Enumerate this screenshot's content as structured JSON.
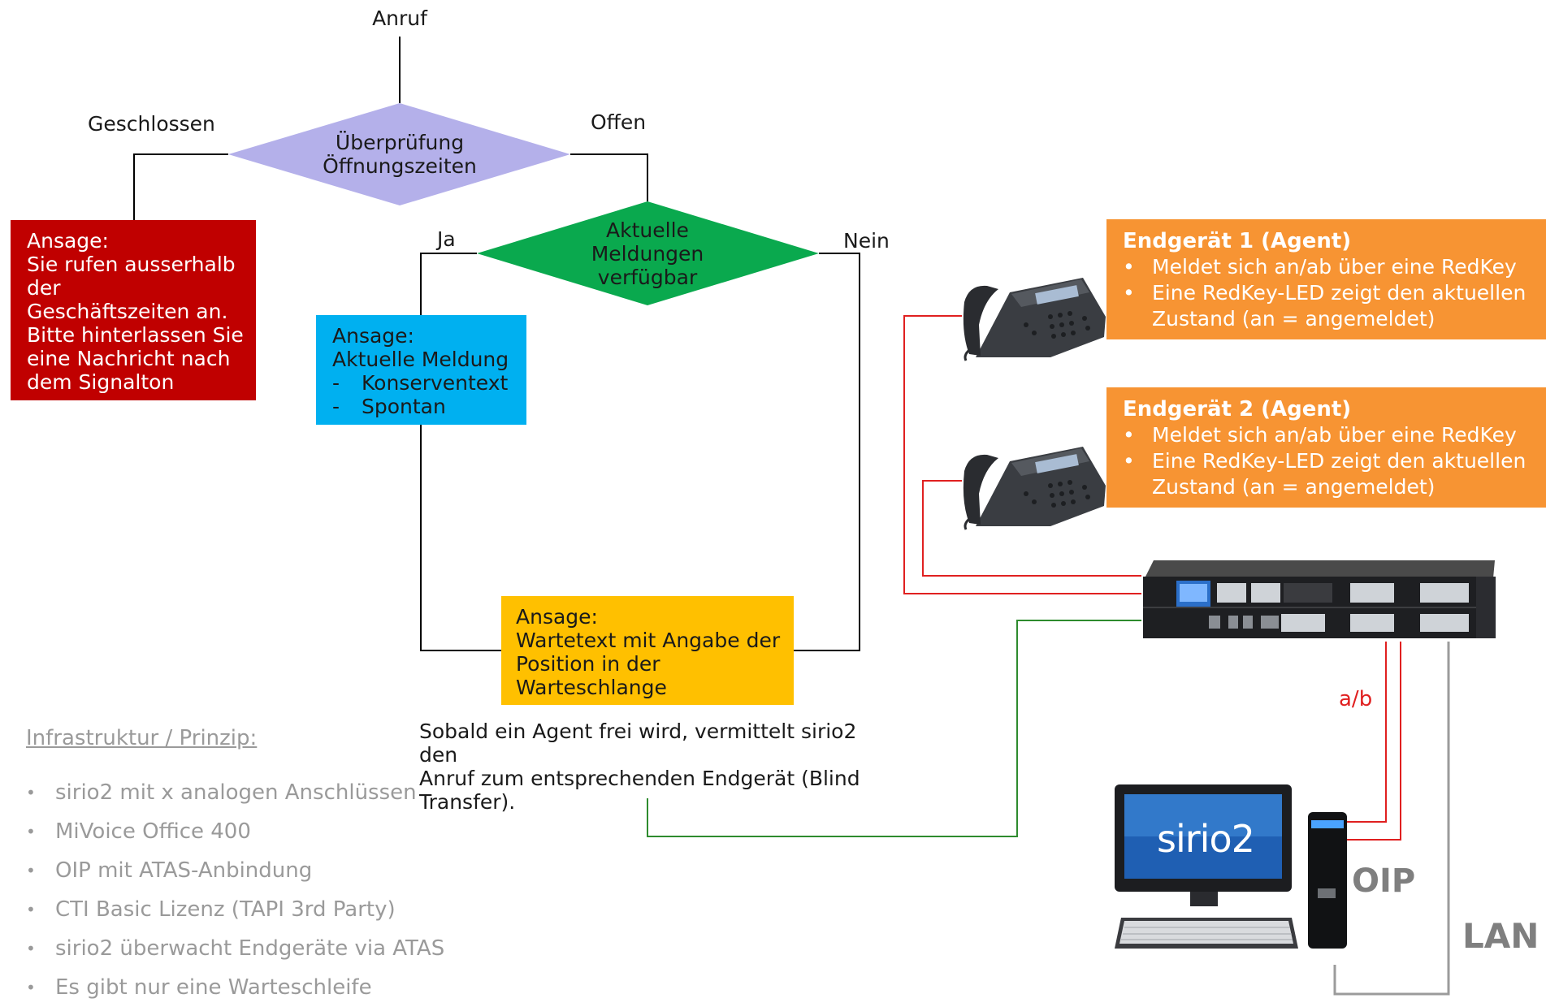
{
  "flow": {
    "start_label": "Anruf",
    "closed_label": "Geschlossen",
    "open_label": "Offen",
    "yes_label": "Ja",
    "no_label": "Nein",
    "check_hours": {
      "line1": "Überprüfung",
      "line2": "Öffnungszeiten"
    },
    "current_messages": {
      "line1": "Aktuelle",
      "line2": "Meldungen",
      "line3": "verfügbar"
    },
    "closed_box": {
      "lines": [
        "Ansage:",
        "Sie rufen ausserhalb",
        "der",
        "Geschäftszeiten an.",
        "Bitte hinterlassen Sie",
        "eine Nachricht nach",
        "dem Signalton"
      ]
    },
    "current_box": {
      "title": "Ansage:",
      "subtitle": "Aktuelle Meldung",
      "items": [
        "Konserventext",
        "Spontan"
      ],
      "dash": "-"
    },
    "waiting_box": {
      "lines": [
        "Ansage:",
        "Wartetext mit Angabe der",
        "Position in der",
        "Warteschlange"
      ]
    },
    "transfer_note": {
      "line1": "Sobald ein Agent frei wird, vermittelt sirio2 den",
      "line2": "Anruf zum entsprechenden Endgerät (Blind",
      "line3": "Transfer)."
    }
  },
  "endpoints": [
    {
      "title": "Endgerät 1 (Agent)",
      "bullets": [
        "Meldet sich an/ab über eine RedKey",
        "Eine RedKey-LED zeigt den aktuellen",
        "Zustand (an = angemeldet)"
      ]
    },
    {
      "title": "Endgerät 2 (Agent)",
      "bullets": [
        "Meldet sich an/ab über eine RedKey",
        "Eine RedKey-LED zeigt den aktuellen",
        "Zustand (an = angemeldet)"
      ]
    }
  ],
  "bullet_char": "•",
  "connection_labels": {
    "ab": "a/b",
    "oip": "OIP",
    "lan": "LAN"
  },
  "pc_screen_text": "sirio2",
  "infrastructure": {
    "heading": "Infrastruktur / Prinzip:",
    "items": [
      "sirio2 mit x analogen Anschlüssen",
      "MiVoice Office 400",
      "OIP mit ATAS-Anbindung",
      "CTI Basic Lizenz (TAPI 3rd Party)",
      "sirio2 überwacht Endgeräte via ATAS",
      "Es gibt nur eine Warteschleife"
    ]
  },
  "colors": {
    "decision_purple": "#b4b0ea",
    "decision_green": "#0aa94e",
    "closed_red": "#c00000",
    "current_blue": "#00b0f0",
    "waiting_yellow": "#ffc000",
    "agent_orange": "#f79433",
    "wire_red": "#e02020",
    "wire_green": "#2e8b2e",
    "lan_gray": "#9b9b9b"
  }
}
